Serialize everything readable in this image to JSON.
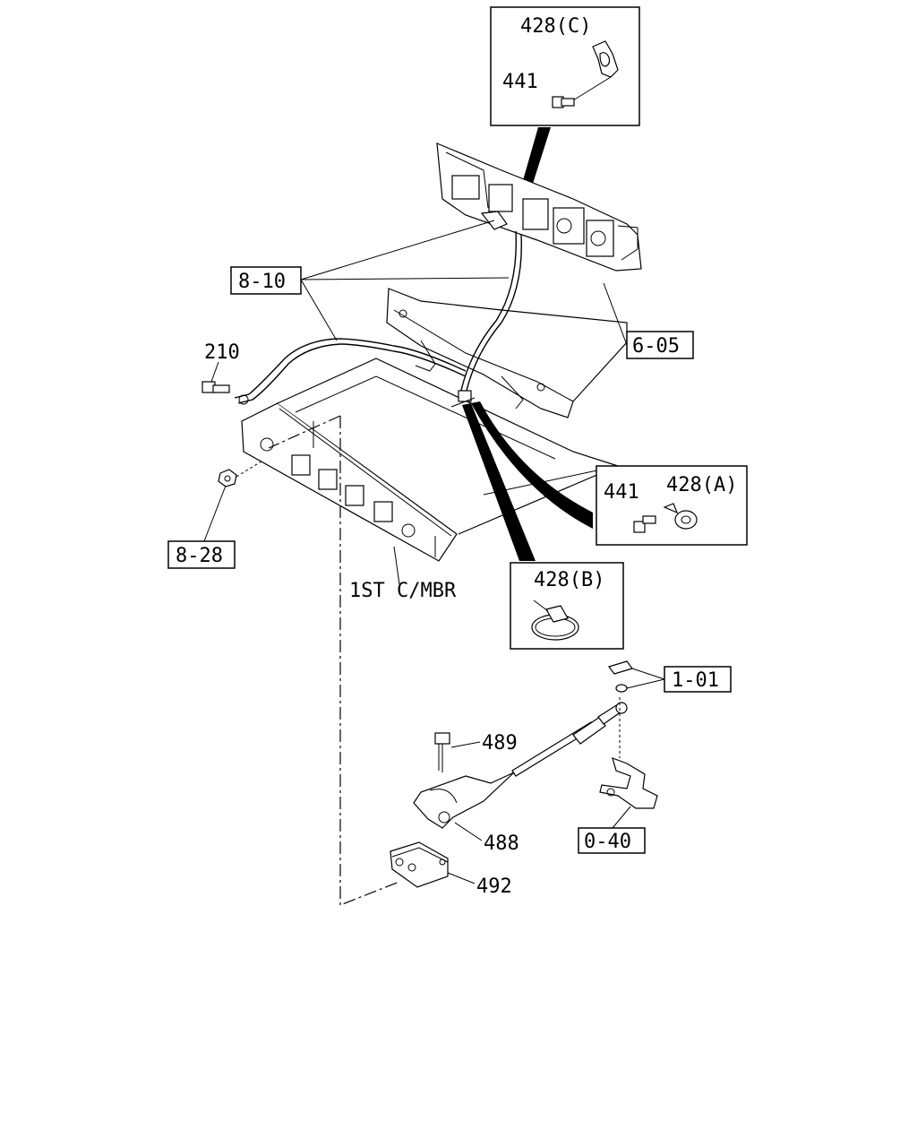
{
  "callouts": {
    "c_428c": "428(C)",
    "c_441_top": "441",
    "c_428a": "428(A)",
    "c_441_right": "441",
    "c_428b": "428(B)"
  },
  "labels": {
    "ref_8_10": "8-10",
    "ref_6_05": "6-05",
    "ref_8_28": "8-28",
    "ref_1_01": "1-01",
    "ref_0_40": "0-40",
    "p210": "210",
    "p489": "489",
    "p488": "488",
    "p492": "492",
    "member": "1ST C/MBR"
  }
}
